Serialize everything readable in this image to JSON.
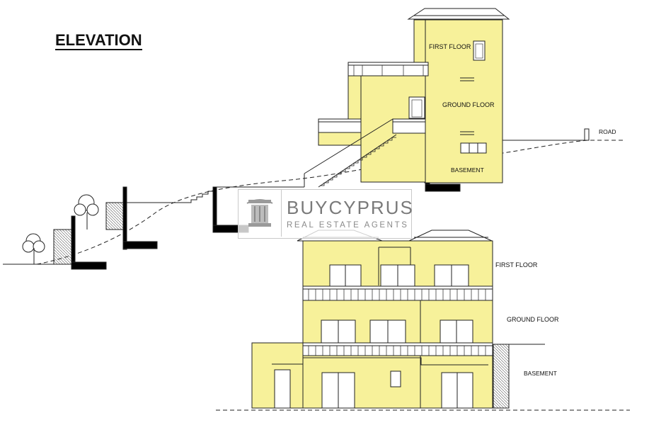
{
  "title": "ELEVATION",
  "side_elevation": {
    "labels": {
      "first_floor": "FIRST FLOOR",
      "ground_floor": "GROUND FLOOR",
      "basement": "BASEMENT",
      "road": "ROAD"
    }
  },
  "front_elevation": {
    "labels": {
      "first_floor": "FIRST FLOOR",
      "ground_floor": "GROUND FLOOR",
      "basement": "BASEMENT"
    }
  },
  "watermark": {
    "brand": "BUYCYPRUS",
    "tagline": "REAL ESTATE AGENTS"
  },
  "colors": {
    "wall_fill": "#f7f19a",
    "line": "#222222",
    "retaining_wall": "#000000"
  }
}
